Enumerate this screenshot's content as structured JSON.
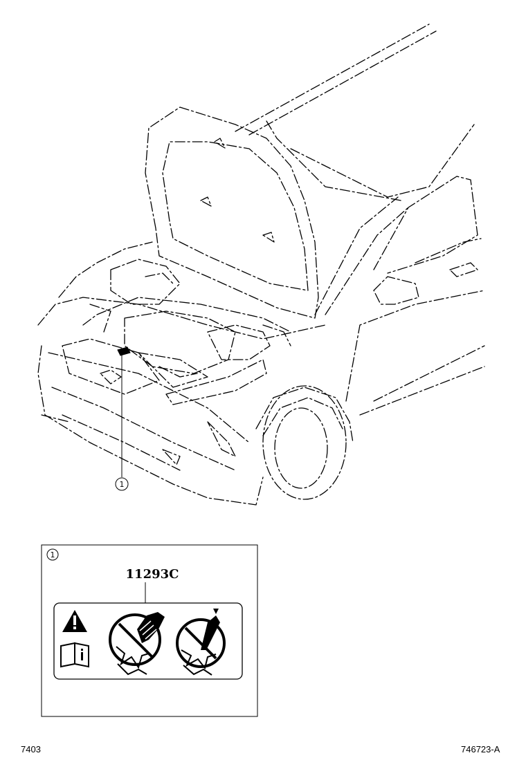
{
  "callouts": [
    {
      "number": "1"
    }
  ],
  "detail_box": {
    "index": "1",
    "part_number": "11293C",
    "label_icons": [
      "warning-triangle-icon",
      "manual-info-icon",
      "no-hand-near-fan-icon",
      "no-tool-near-fan-icon"
    ]
  },
  "footer": {
    "left_code": "7403",
    "right_code": "746723-A"
  },
  "colors": {
    "line": "#000000",
    "background": "#ffffff"
  }
}
